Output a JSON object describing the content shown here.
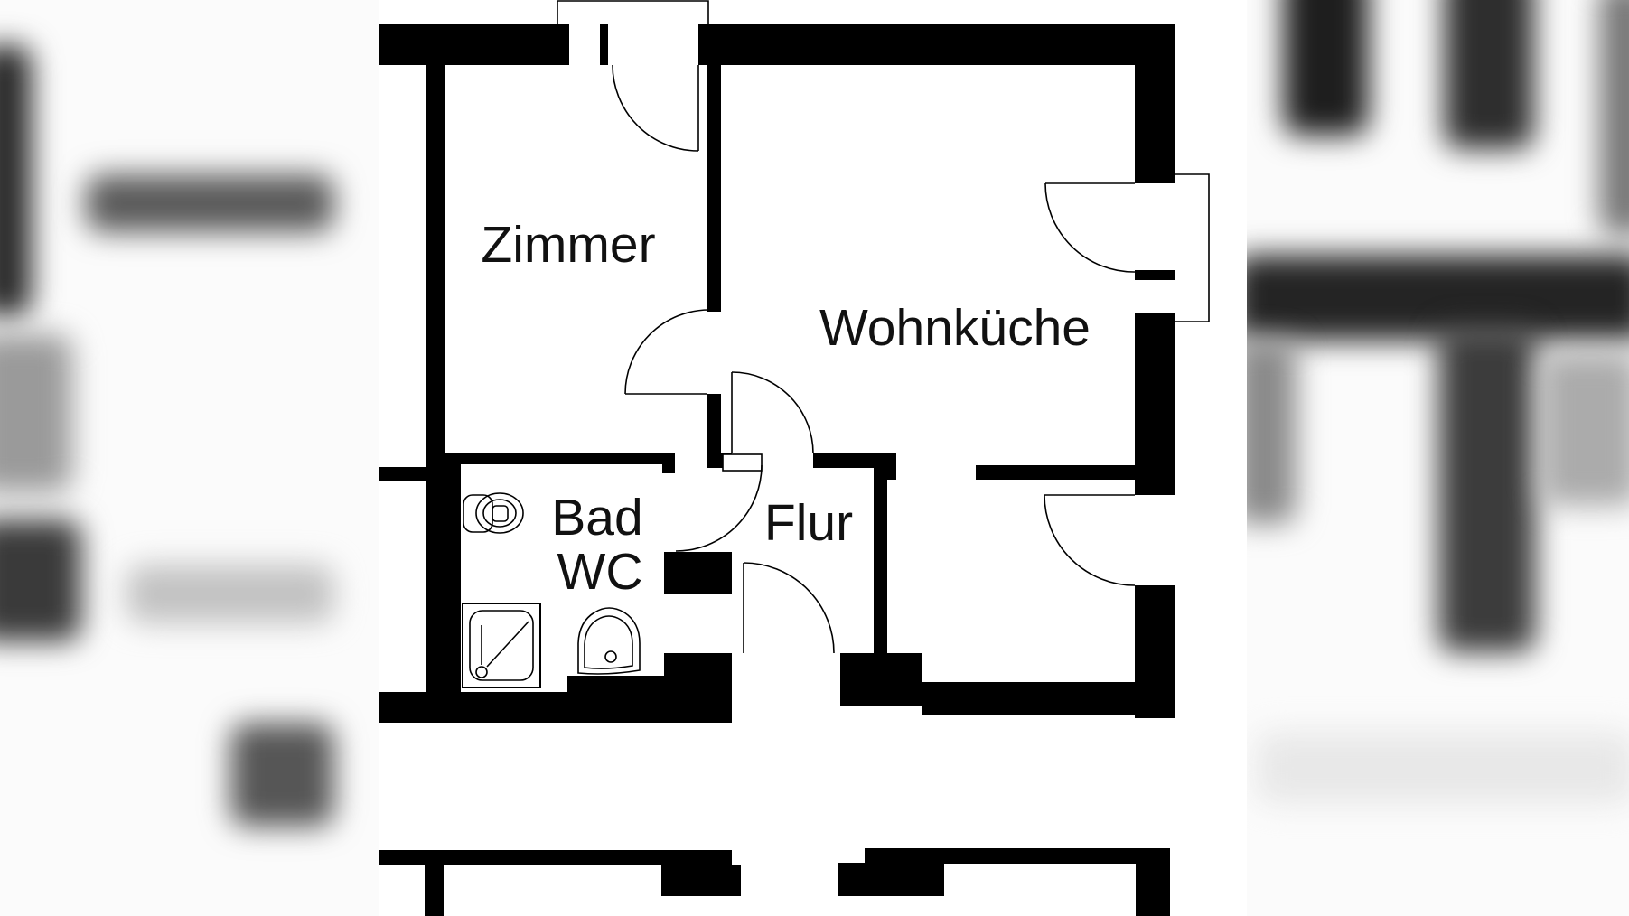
{
  "plan": {
    "rooms": {
      "zimmer": {
        "label": "Zimmer"
      },
      "wohnkueche": {
        "label": "Wohnküche"
      },
      "bad_line1": {
        "label": "Bad"
      },
      "bad_line2": {
        "label": "WC"
      },
      "flur": {
        "label": "Flur"
      }
    },
    "fixtures": [
      "toilet-icon",
      "shower-icon",
      "sink-icon"
    ],
    "colors": {
      "wall": "#000000",
      "paper": "#ffffff",
      "thin_line": "#000000",
      "label_text": "#111111"
    }
  }
}
